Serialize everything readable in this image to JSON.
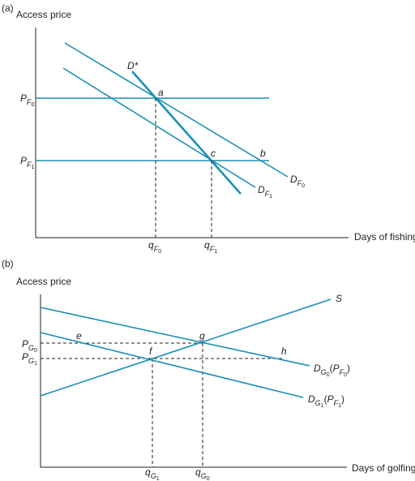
{
  "panel_a": {
    "tag": "(a)",
    "y_axis_label": "Access price",
    "x_axis_label": "Days of fishing",
    "price_high": {
      "main": "P",
      "sub": "F",
      "subsub": "0"
    },
    "price_low": {
      "main": "P",
      "sub": "F",
      "subsub": "1"
    },
    "qty_0": {
      "main": "q",
      "sub": "F",
      "subsub": "0"
    },
    "qty_1": {
      "main": "q",
      "sub": "F",
      "subsub": "1"
    },
    "curve_dstar": "D*",
    "curve_d0": {
      "main": "D",
      "sub": "F",
      "subsub": "0"
    },
    "curve_d1": {
      "main": "D",
      "sub": "F",
      "subsub": "1"
    },
    "point_a": "a",
    "point_b": "b",
    "point_c": "c"
  },
  "panel_b": {
    "tag": "(b)",
    "y_axis_label": "Access price",
    "x_axis_label": "Days of golfing",
    "price_high": {
      "main": "P",
      "sub": "G",
      "subsub": "0"
    },
    "price_low": {
      "main": "P",
      "sub": "G",
      "subsub": "1"
    },
    "qty_1": {
      "main": "q",
      "sub": "G",
      "subsub": "1"
    },
    "qty_0": {
      "main": "q",
      "sub": "G",
      "subsub": "0"
    },
    "curve_s": "S",
    "curve_dg0": {
      "main": "D",
      "sub": "G",
      "subsub": "0",
      "paren_main": "P",
      "paren_sub": "F",
      "paren_subsub": "0"
    },
    "curve_dg1": {
      "main": "D",
      "sub": "G",
      "subsub": "1",
      "paren_main": "P",
      "paren_sub": "F",
      "paren_subsub": "1"
    },
    "point_e": "e",
    "point_f": "f",
    "point_g": "g",
    "point_h": "h"
  },
  "colors": {
    "line": "#1b8fb4",
    "ink": "#231f20"
  }
}
